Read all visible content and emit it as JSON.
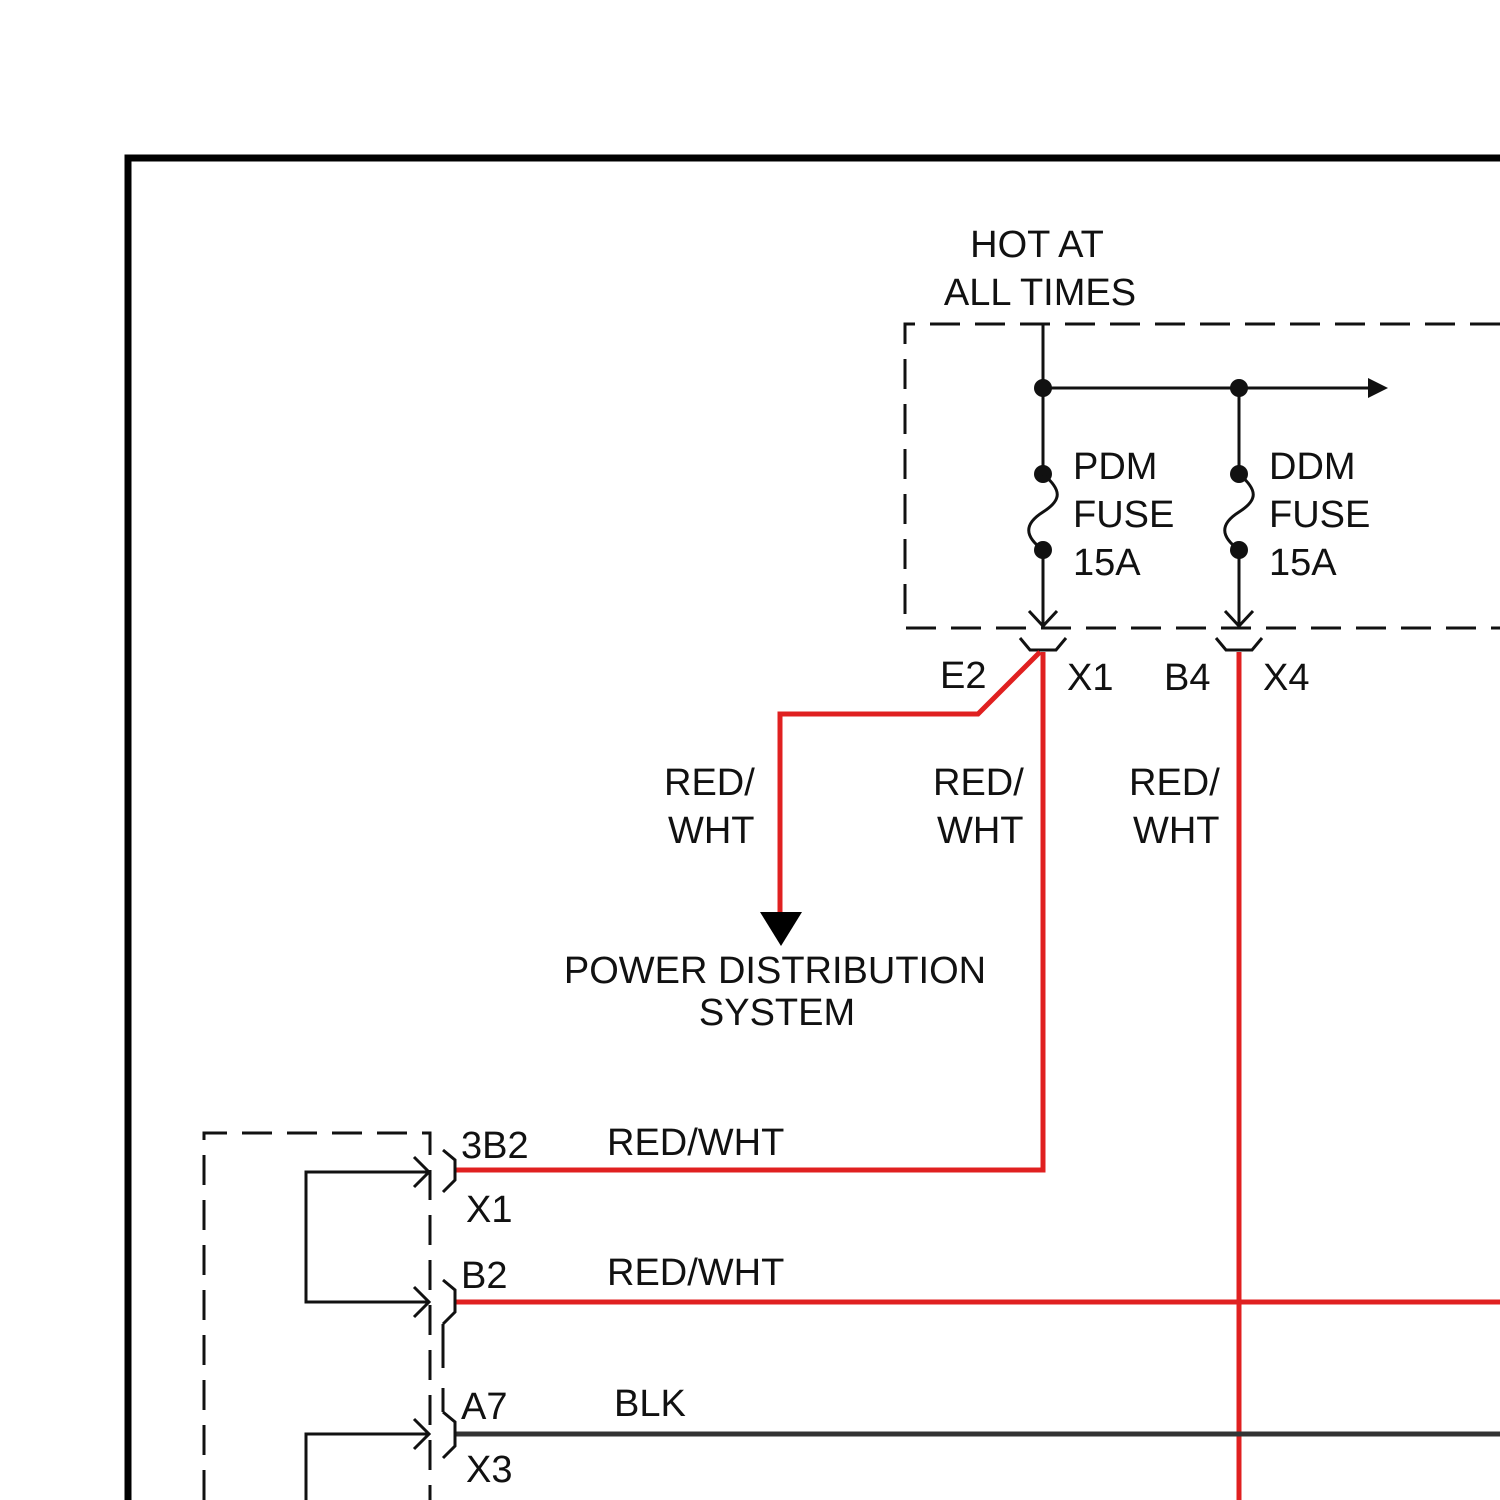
{
  "labels": {
    "hot_line1": "HOT AT",
    "hot_line2": "ALL TIMES",
    "pdm_fuse_line1": "PDM",
    "pdm_fuse_line2": "FUSE",
    "pdm_fuse_line3": "15A",
    "ddm_fuse_line1": "DDM",
    "ddm_fuse_line2": "FUSE",
    "ddm_fuse_line3": "15A",
    "pin_e2": "E2",
    "conn_x1_top": "X1",
    "pin_b4": "B4",
    "conn_x4": "X4",
    "wire_left_line1": "RED/",
    "wire_left_line2": "WHT",
    "wire_mid_line1": "RED/",
    "wire_mid_line2": "WHT",
    "wire_right_line1": "RED/",
    "wire_right_line2": "WHT",
    "pds_line1": "POWER DISTRIBUTION",
    "pds_line2": "SYSTEM",
    "pin_3b2": "3B2",
    "conn_x1_bottom": "X1",
    "wire_3b2": "RED/WHT",
    "pin_b2": "B2",
    "wire_b2": "RED/WHT",
    "pin_a7": "A7",
    "wire_a7": "BLK",
    "conn_x3": "X3"
  },
  "colors": {
    "red_wire": "#e02020",
    "black_wire": "#333333"
  }
}
